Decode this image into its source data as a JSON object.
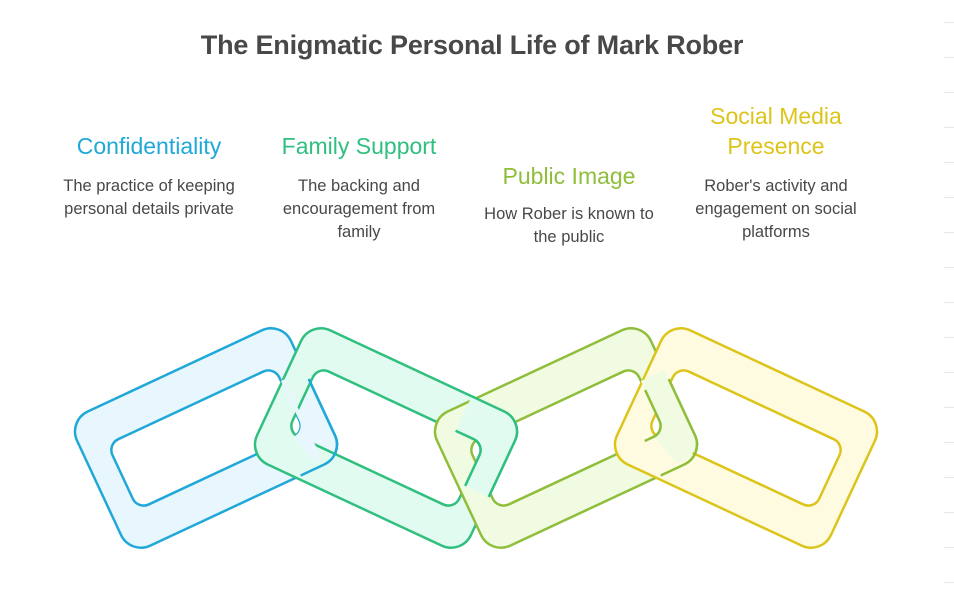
{
  "title": "The Enigmatic Personal Life of Mark Rober",
  "items": [
    {
      "heading": "Confidentiality",
      "description": "The practice of keeping personal details private",
      "color": "#1fa8d8",
      "fill": "#e8f6fd"
    },
    {
      "heading": "Family Support",
      "description": "The backing and encouragement from family",
      "color": "#2fbf7f",
      "fill": "#e2fbf1"
    },
    {
      "heading": "Public Image",
      "description": "How Rober is known to the public",
      "color": "#8ebe3a",
      "fill": "#f1fbe2"
    },
    {
      "heading": "Social Media Presence",
      "description": "Rober's activity and engagement on social platforms",
      "color": "#dcc41a",
      "fill": "#fffbe0"
    }
  ],
  "text_color": "#484848"
}
